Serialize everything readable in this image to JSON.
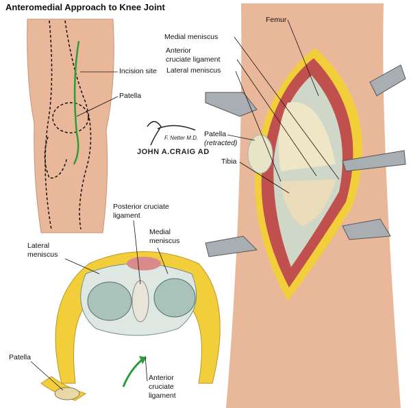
{
  "title": "Anteromedial Approach to Knee Joint",
  "left_figure": {
    "labels": {
      "incision_site": "Incision site",
      "patella": "Patella"
    }
  },
  "right_figure": {
    "labels": {
      "femur": "Femur",
      "medial_meniscus": "Medial meniscus",
      "acl_line1": "Anterior",
      "acl_line2": "cruciate ligament",
      "lateral_meniscus": "Lateral meniscus",
      "patella": "Patella",
      "patella_note": "(retracted)",
      "tibia": "Tibia"
    }
  },
  "bottom_figure": {
    "labels": {
      "pcl_line1": "Posterior cruciate",
      "pcl_line2": "ligament",
      "medial_line1": "Medial",
      "medial_line2": "meniscus",
      "lateral_line1": "Lateral",
      "lateral_line2": "meniscus",
      "patella": "Patella",
      "acl_line1": "Anterior",
      "acl_line2": "cruciate",
      "acl_line3": "ligament"
    }
  },
  "signatures": {
    "netter": "F. Netter M.D.",
    "craig": "JOHN A.CRAIG AD"
  },
  "colors": {
    "skin": "#e9b79a",
    "muscle": "#c0504d",
    "fat": "#f2cf3a",
    "incision": "#2e9a3a",
    "cartilage": "#e8e4c8",
    "meniscus": "#9fb8b0"
  }
}
